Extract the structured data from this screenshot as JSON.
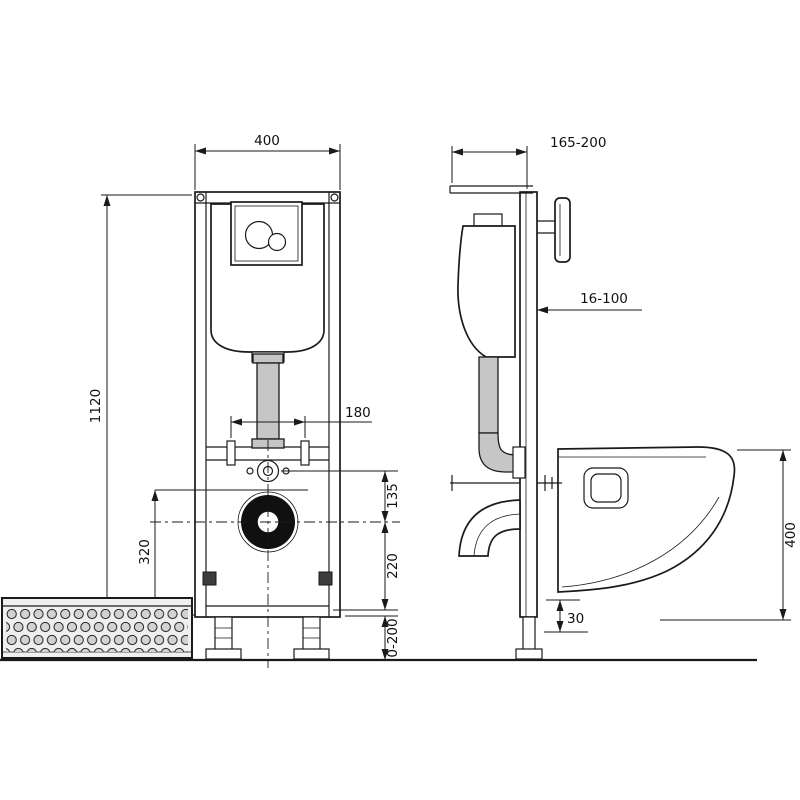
{
  "drawing": {
    "kind": "sanitary-installation-technical-drawing",
    "description": "Concealed WC installation frame with cistern, flush plate, drain channel and wall-hung bowl; front and side views with dimension lines",
    "views": {
      "front": {
        "dim_width": "400",
        "dim_height": "1120",
        "dim_stud_spacing": "180",
        "dim_inlet_to_outlet": "135",
        "dim_outlet_axis": "320",
        "dim_outlet_to_base": "220",
        "dim_foot_adjust": "0-200"
      },
      "side": {
        "dim_depth": "165-200",
        "dim_wall_distance": "16-100",
        "dim_bowl_height": "400",
        "dim_bowl_gap": "30"
      }
    }
  }
}
